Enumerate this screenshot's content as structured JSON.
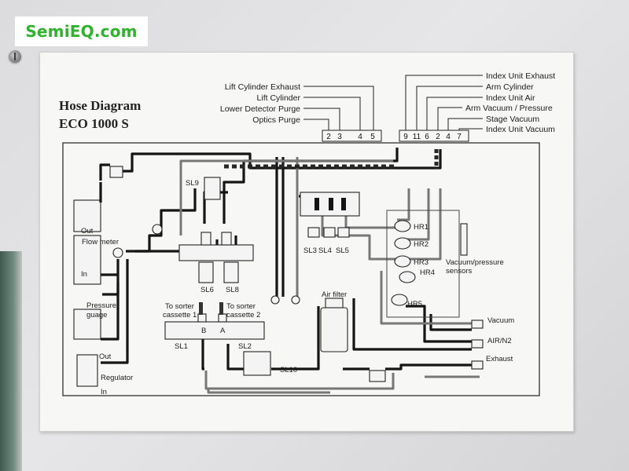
{
  "logo": {
    "text": "SemiEQ.com",
    "color": "#2fb22c"
  },
  "diagram": {
    "title": "Hose Diagram",
    "subtitle": "ECO 1000 S",
    "top_left_labels": [
      "Lift Cylinder Exhaust",
      "Lift Cylinder",
      "Lower Detector Purge",
      "Optics Purge"
    ],
    "top_left_numbers": [
      "2",
      "3",
      "4",
      "5"
    ],
    "top_right_labels": [
      "Index Unit Exhaust",
      "Arm Cylinder",
      "Index Unit Air",
      "Arm Vacuum / Pressure",
      "Stage Vacuum",
      "Index Unit Vacuum"
    ],
    "top_right_numbers": [
      "9",
      "11",
      "6",
      "2",
      "4",
      "7"
    ],
    "left_labels": {
      "out": "Out",
      "flow_meter": "Flow meter",
      "in": "In",
      "pressure_gauge": "Pressure\nguage",
      "out2": "Out",
      "regulator": "Regulator",
      "in2": "In"
    },
    "valves": {
      "sl9": "SL9",
      "sl6": "SL6",
      "sl8": "SL8",
      "sl3": "SL3",
      "sl4": "SL4",
      "sl5": "SL5",
      "sl1": "SL1",
      "sl2": "SL2",
      "sl10": "SL10"
    },
    "sorter": {
      "to_sorter_1": "To sorter\ncassette 1",
      "to_sorter_2": "To sorter\ncassette 2",
      "port_b": "B",
      "port_a": "A"
    },
    "air_filter": "Air filter",
    "regulators": [
      "HR1",
      "HR2",
      "HR3",
      "HR4",
      "HR5"
    ],
    "sensors": "Vacuum/pressure\nsensors",
    "right_ports": [
      "Vacuum",
      "AIR/N2",
      "Exhaust"
    ]
  }
}
